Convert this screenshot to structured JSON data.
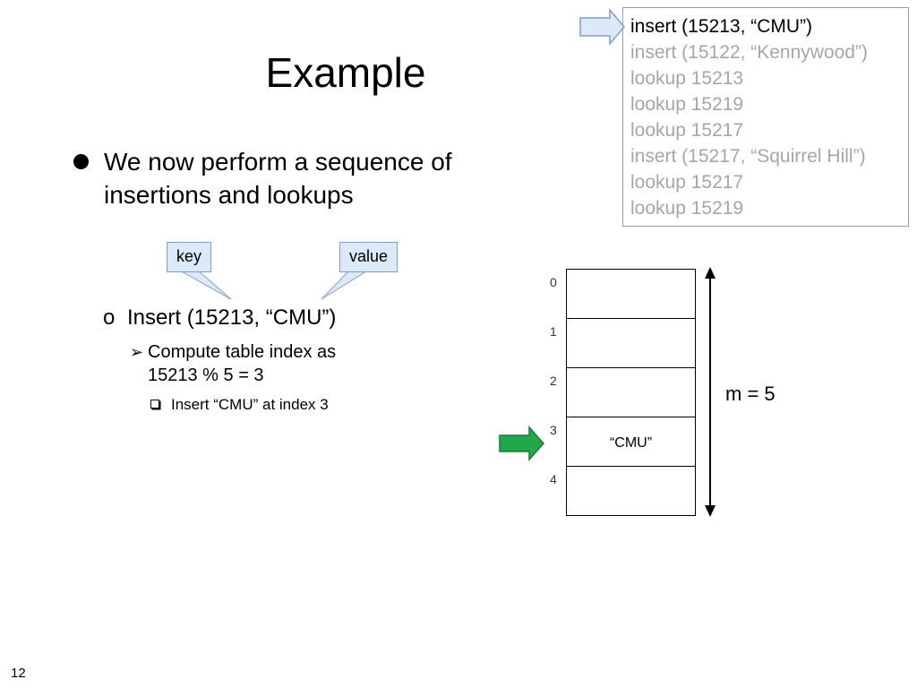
{
  "slide": {
    "title": "Example",
    "bullet": "We now perform a sequence of insertions and lookups",
    "callouts": {
      "key": "key",
      "value": "value"
    },
    "step": {
      "marker": "o",
      "text": "Insert (15213, “CMU”)",
      "sub_marker": "➢",
      "sub_text": "Compute table index as 15213 % 5 = 3",
      "detail": "Insert “CMU” at index 3"
    },
    "page_number": "12"
  },
  "operations": {
    "current_index": 0,
    "items": [
      "insert (15213, “CMU”)",
      "insert (15122, “Kennywood”)",
      "lookup 15213",
      "lookup 15219",
      "lookup 15217",
      "insert (15217, “Squirrel Hill”)",
      "lookup 15217",
      "lookup 15219"
    ]
  },
  "hash_table": {
    "size_label": "m = 5",
    "highlight_index": 3,
    "rows": [
      {
        "index": "0",
        "value": ""
      },
      {
        "index": "1",
        "value": ""
      },
      {
        "index": "2",
        "value": ""
      },
      {
        "index": "3",
        "value": "“CMU”"
      },
      {
        "index": "4",
        "value": ""
      }
    ]
  },
  "colors": {
    "pointer_arrow_fill": "#dce9f8",
    "index_arrow_fill": "#22a84a",
    "callout_fill": "#dce9f8",
    "inactive_text": "#a6a6a6"
  }
}
